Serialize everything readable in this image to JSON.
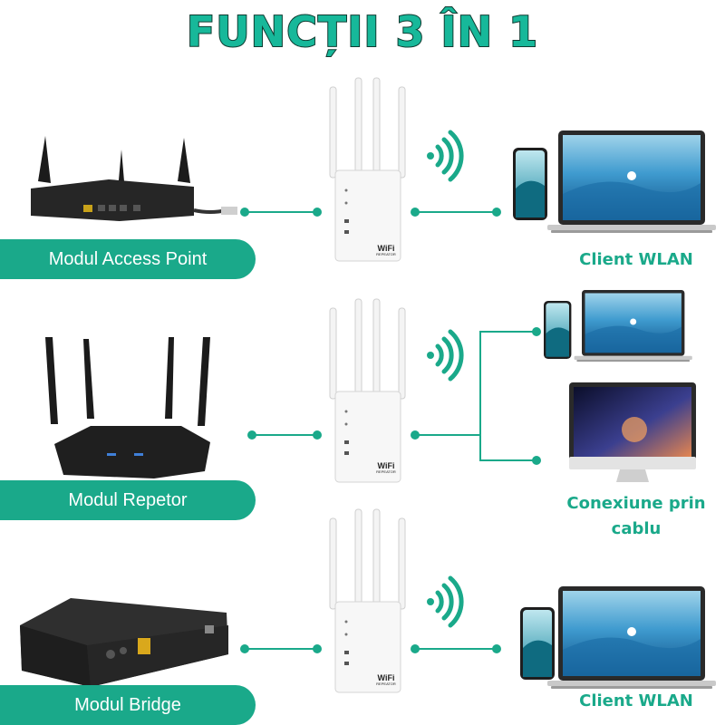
{
  "title": "FUNCȚII 3 ÎN 1",
  "device_label": {
    "line1": "WiFi",
    "line2": "REPEATOR"
  },
  "modes": [
    {
      "name": "Modul Access Point",
      "result": "Client WLAN"
    },
    {
      "name": "Modul Repetor",
      "result": "Conexiune prin cablu",
      "result_line1": "Conexiune prin",
      "result_line2": "cablu"
    },
    {
      "name": "Modul Bridge",
      "result": "Client WLAN"
    }
  ],
  "colors": {
    "accent": "#1aa98a",
    "title_fill": "#17b89a",
    "title_outline": "#0f3a30"
  },
  "icons": [
    "router-icon",
    "repeater-icon",
    "wifi-signal-icon",
    "laptop-icon",
    "phone-icon",
    "desktop-icon",
    "modem-icon"
  ]
}
